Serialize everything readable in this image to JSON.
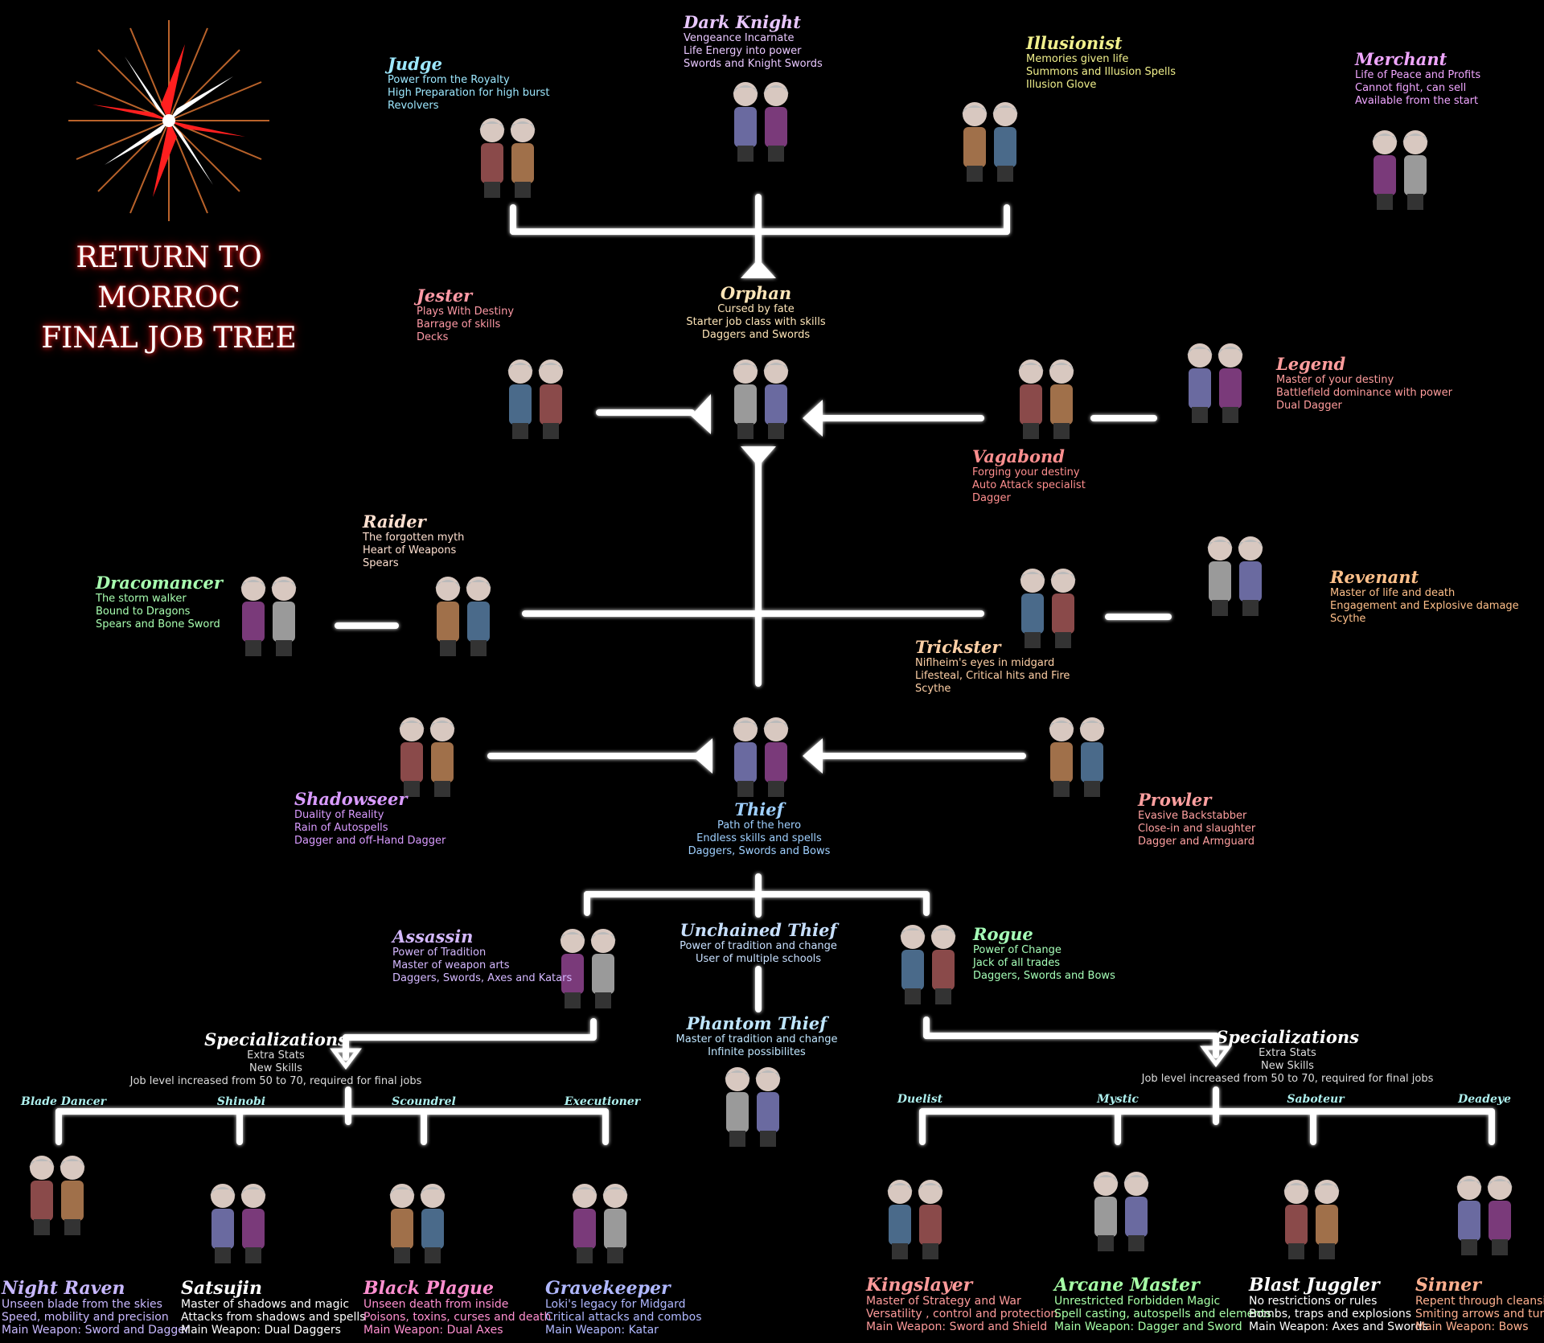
{
  "title": {
    "line1": "RETURN TO MORROC",
    "line2": "FINAL JOB TREE"
  },
  "nodes": {
    "judge": {
      "name": "Judge",
      "color": "#9de8ff",
      "lines": [
        "Power from the Royalty",
        "High Preparation for high burst",
        "Revolvers"
      ]
    },
    "dark_knight": {
      "name": "Dark Knight",
      "color": "#e9c7ff",
      "lines": [
        "Vengeance Incarnate",
        "Life Energy into power",
        "Swords and Knight Swords"
      ]
    },
    "illusionist": {
      "name": "Illusionist",
      "color": "#f1f08c",
      "lines": [
        "Memories given life",
        "Summons and Illusion Spells",
        "Illusion Glove"
      ]
    },
    "merchant": {
      "name": "Merchant",
      "color": "#f0a6ff",
      "lines": [
        "Life of Peace and Profits",
        "Cannot fight, can sell",
        "Available from the start"
      ]
    },
    "jester": {
      "name": "Jester",
      "color": "#ff9aa6",
      "lines": [
        "Plays With Destiny",
        "Barrage of skills",
        "Decks"
      ]
    },
    "orphan": {
      "name": "Orphan",
      "color": "#ffe6b8",
      "lines": [
        "Cursed by fate",
        "Starter job class with skills",
        "Daggers and Swords"
      ]
    },
    "legend": {
      "name": "Legend",
      "color": "#ff9d9d",
      "lines": [
        "Master of your destiny",
        "Battlefield dominance with power",
        "Dual Dagger"
      ]
    },
    "vagabond": {
      "name": "Vagabond",
      "color": "#ff8f8f",
      "lines": [
        "Forging your destiny",
        "Auto Attack specialist",
        "Dagger"
      ]
    },
    "raider": {
      "name": "Raider",
      "color": "#ffe0d0",
      "lines": [
        "The forgotten myth",
        "Heart of Weapons",
        "Spears"
      ]
    },
    "dracomancer": {
      "name": "Dracomancer",
      "color": "#a8ffb0",
      "lines": [
        "The storm walker",
        "Bound to Dragons",
        "Spears and Bone Sword"
      ]
    },
    "revenant": {
      "name": "Revenant",
      "color": "#ffc08a",
      "lines": [
        "Master of life and death",
        "Engagement and Explosive damage",
        "Scythe"
      ]
    },
    "trickster": {
      "name": "Trickster",
      "color": "#ffd0a6",
      "lines": [
        "Niflheim's eyes in midgard",
        "Lifesteal, Critical hits and Fire",
        "Scythe"
      ]
    },
    "shadowseer": {
      "name": "Shadowseer",
      "color": "#d99bff",
      "lines": [
        "Duality of Reality",
        "Rain of Autospells",
        "Dagger and off-Hand Dagger"
      ]
    },
    "thief": {
      "name": "Thief",
      "color": "#9fd0ff",
      "lines": [
        "Path of the hero",
        "Endless skills and spells",
        "Daggers, Swords and Bows"
      ]
    },
    "prowler": {
      "name": "Prowler",
      "color": "#ffa0a0",
      "lines": [
        "Evasive Backstabber",
        "Close-in and slaughter",
        "Dagger and Armguard"
      ]
    },
    "assassin": {
      "name": "Assassin",
      "color": "#d4b8ff",
      "lines": [
        "Power of Tradition",
        "Master of weapon arts",
        "Daggers, Swords, Axes and Katars"
      ]
    },
    "unchained_thief": {
      "name": "Unchained Thief",
      "color": "#c8e0ff",
      "lines": [
        "Power of tradition and change",
        "User of multiple schools"
      ]
    },
    "rogue": {
      "name": "Rogue",
      "color": "#a6ffb8",
      "lines": [
        "Power of Change",
        "Jack of all trades",
        "Daggers, Swords and Bows"
      ]
    },
    "phantom_thief": {
      "name": "Phantom Thief",
      "color": "#bfe6ff",
      "lines": [
        "Master of tradition and change",
        "Infinite possibilites"
      ]
    }
  },
  "specializations": {
    "left": {
      "title": "Specializations",
      "lines": [
        "Extra Stats",
        "New Skills",
        "Job level increased from 50 to 70, required for final jobs"
      ]
    },
    "right": {
      "title": "Specializations",
      "lines": [
        "Extra Stats",
        "New Skills",
        "Job level increased from 50 to 70, required for final jobs"
      ]
    }
  },
  "branch_labels": {
    "blade_dancer": "Blade Dancer",
    "shinobi": "Shinobi",
    "scoundrel": "Scoundrel",
    "executioner": "Executioner",
    "duelist": "Duelist",
    "mystic": "Mystic",
    "saboteur": "Saboteur",
    "deadeye": "Deadeye"
  },
  "final_jobs": {
    "night_raven": {
      "name": "Night Raven",
      "color": "#c8b8ff",
      "lines": [
        "Unseen blade from the skies",
        "Speed, mobility and precision",
        "Main Weapon: Sword and Dagger"
      ]
    },
    "satsujin": {
      "name": "Satsujin",
      "color": "#ffffff",
      "lines": [
        "Master of shadows and magic",
        "Attacks from shadows and spells",
        "Main Weapon: Dual Daggers"
      ]
    },
    "black_plague": {
      "name": "Black Plague",
      "color": "#ff8fd0",
      "lines": [
        "Unseen death from inside",
        "Poisons, toxins, curses and death",
        "Main Weapon: Dual Axes"
      ]
    },
    "gravekeeper": {
      "name": "Gravekeeper",
      "color": "#b0b8ff",
      "lines": [
        "Loki's legacy for Midgard",
        "Critical attacks and combos",
        "Main Weapon: Katar"
      ]
    },
    "kingslayer": {
      "name": "Kingslayer",
      "color": "#ff9b9b",
      "lines": [
        "Master of Strategy and War",
        "Versatility , control and protection",
        "Main Weapon: Sword and Shield"
      ]
    },
    "arcane_master": {
      "name": "Arcane Master",
      "color": "#a6ffa6",
      "lines": [
        "Unrestricted Forbidden Magic",
        "Spell casting, autospells and elements",
        "Main Weapon: Dagger and Sword"
      ]
    },
    "blast_juggler": {
      "name": "Blast Juggler",
      "color": "#ffffff",
      "lines": [
        "No restrictions or rules",
        "Bombs, traps and explosions",
        "Main Weapon: Axes and Swords"
      ]
    },
    "sinner": {
      "name": "Sinner",
      "color": "#ffb08f",
      "lines": [
        "Repent through cleansing",
        "Smiting arrows and turrets",
        "Main Weapon: Bows"
      ]
    }
  }
}
